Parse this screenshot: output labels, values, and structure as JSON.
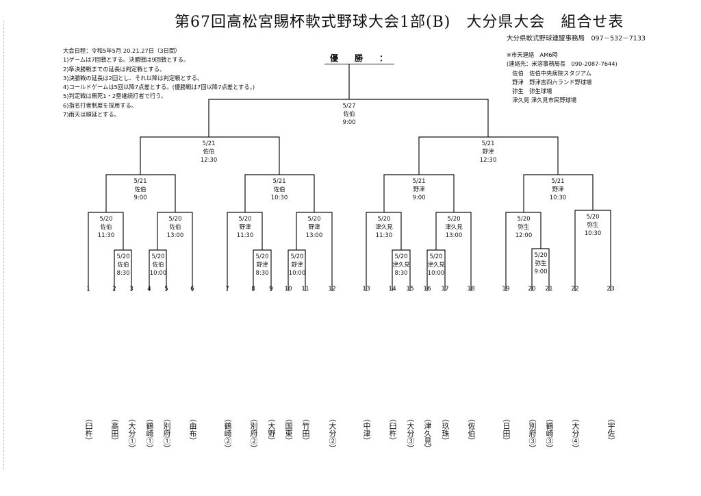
{
  "title": "第67回高松宮賜杯軟式野球大会1部(B)　大分県大会　組合せ表",
  "office": "大分県軟式野球連盟事務局　097－532－7133",
  "champion_label": "優　勝　：",
  "rules": [
    "大会日程：令和5年5月 20.21.27日（3日間）",
    "1)ゲームは7回戦とする。決勝戦は9回戦とする。",
    "2)準決勝戦までの延長は判定戦とする。",
    "3)決勝戦の延長は2回とし、それ以降は判定戦とする。",
    "4)コールドゲームは5回以降7点差とする。(優勝戦は7回以降7点差とする。)",
    "5)判定戦は無死1・2塁継続打者で行う。",
    "6)指名打者制度を採用する。",
    "7)雨天は順延とする。"
  ],
  "notes": [
    "※市天連絡　AM6時",
    "(連絡先：米溶事務局長　090-2087-7644)",
    "　佐伯　佐伯中央病院スタジアム",
    "　野津　野津吉四六ランド野球場",
    "　弥生　弥生球場",
    "　津久見 津久見市民野球場"
  ],
  "games": {
    "final": {
      "date": "5/27",
      "venue": "佐伯",
      "time": "9:00"
    },
    "sf1": {
      "date": "5/21",
      "venue": "佐伯",
      "time": "12:30"
    },
    "sf2": {
      "date": "5/21",
      "venue": "野津",
      "time": "12:30"
    },
    "q1": {
      "date": "5/21",
      "venue": "佐伯",
      "time": "9:00"
    },
    "q2": {
      "date": "5/21",
      "venue": "佐伯",
      "time": "10:30"
    },
    "q3": {
      "date": "5/21",
      "venue": "野津",
      "time": "9:00"
    },
    "q4": {
      "date": "5/21",
      "venue": "野津",
      "time": "10:30"
    },
    "r2a": {
      "date": "5/20",
      "venue": "佐伯",
      "time": "11:30"
    },
    "r2b": {
      "date": "5/20",
      "venue": "佐伯",
      "time": "13:00"
    },
    "r2c": {
      "date": "5/20",
      "venue": "野津",
      "time": "11:30"
    },
    "r2d": {
      "date": "5/20",
      "venue": "野津",
      "time": "13:00"
    },
    "r2e": {
      "date": "5/20",
      "venue": "津久見",
      "time": "11:30"
    },
    "r2f": {
      "date": "5/20",
      "venue": "津久見",
      "time": "13:00"
    },
    "r2g": {
      "date": "5/20",
      "venue": "弥生",
      "time": "12:00"
    },
    "r2h": {
      "date": "5/20",
      "venue": "弥生",
      "time": "10:30"
    },
    "r1a": {
      "date": "5/20",
      "venue": "佐伯",
      "time": "8:30"
    },
    "r1b": {
      "date": "5/20",
      "venue": "佐伯",
      "time": "10:00"
    },
    "r1c": {
      "date": "5/20",
      "venue": "野津",
      "time": "8:30"
    },
    "r1d": {
      "date": "5/20",
      "venue": "野津",
      "time": "10:00"
    },
    "r1e": {
      "date": "5/20",
      "venue": "津久見",
      "time": "8:30"
    },
    "r1f": {
      "date": "5/20",
      "venue": "津久見",
      "time": "10:00"
    },
    "r1g": {
      "date": "5/20",
      "venue": "弥生",
      "time": "9:00"
    }
  },
  "slot_numbers": [
    "1",
    "2",
    "3",
    "4",
    "5",
    "6",
    "7",
    "8",
    "9",
    "10",
    "11",
    "12",
    "13",
    "14",
    "15",
    "16",
    "17",
    "18",
    "19",
    "20",
    "21",
    "22",
    "23"
  ],
  "teams": [
    "（臼杵）",
    "（高田）",
    "（大分①）",
    "（鶴崎①）",
    "（別府①）",
    "（由布）",
    "（鶴崎②）",
    "（別府②）",
    "（大野）",
    "（国東）",
    "（竹田）",
    "（大分②）",
    "（中津）",
    "（臼杵）",
    "（大分③）",
    "（津久見）",
    "（玖珠）",
    "（佐伯）",
    "（日田）",
    "（別府③）",
    "（鶴崎③）",
    "（大分④）",
    "（宇佐）"
  ]
}
